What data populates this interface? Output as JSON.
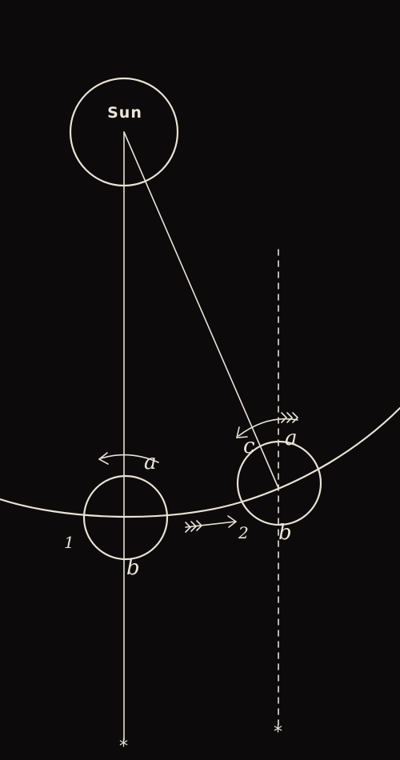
{
  "sun": {
    "label": "Sun"
  },
  "positions": [
    {
      "number": "1",
      "top_letter": "a",
      "bottom_letter": "b"
    },
    {
      "number": "2",
      "top_letter": "a",
      "bottom_letter": "b",
      "side_letter": "c"
    }
  ],
  "markers": {
    "star": "*"
  },
  "colors": {
    "background": "#0c0a0a",
    "ink": "#e8e2d6"
  }
}
